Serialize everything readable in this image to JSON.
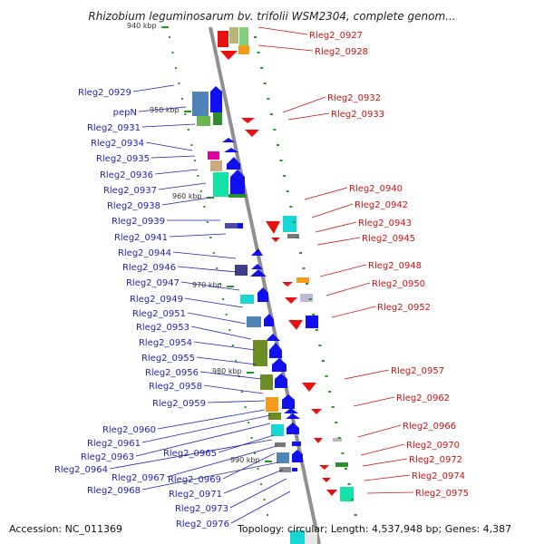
{
  "header": {
    "title": "Rhizobium leguminosarum bv. trifolii WSM2304, complete genom..."
  },
  "footer": {
    "accession": "Accession: NC_011369",
    "topology": "Topology: circular; Length: 4,537,948 bp; Genes: 4,387"
  },
  "colors": {
    "forward": "#0a0ae8",
    "reverse": "#e81010",
    "backbone": "#8a8a8a",
    "tick": "#1d9b1d"
  },
  "kbp_ticks": [
    "940 kbp",
    "950 kbp",
    "960 kbp",
    "970 kbp",
    "980 kbp",
    "990 kbp"
  ],
  "left_labels": [
    "Rleg2_0929",
    "pepN",
    "Rleg2_0931",
    "Rleg2_0934",
    "Rleg2_0935",
    "Rleg2_0936",
    "Rleg2_0937",
    "Rleg2_0938",
    "Rleg2_0939",
    "Rleg2_0941",
    "Rleg2_0944",
    "Rleg2_0946",
    "Rleg2_0947",
    "Rleg2_0949",
    "Rleg2_0951",
    "Rleg2_0953",
    "Rleg2_0954",
    "Rleg2_0955",
    "Rleg2_0956",
    "Rleg2_0958",
    "Rleg2_0959",
    "Rleg2_0960",
    "Rleg2_0961",
    "Rleg2_0963",
    "Rleg2_0965",
    "Rleg2_0964",
    "Rleg2_0967",
    "Rleg2_0969",
    "Rleg2_0968",
    "Rleg2_0971",
    "Rleg2_0973",
    "Rleg2_0976"
  ],
  "right_labels": [
    "Rleg2_0927",
    "Rleg2_0928",
    "Rleg2_0932",
    "Rleg2_0933",
    "Rleg2_0940",
    "Rleg2_0942",
    "Rleg2_0943",
    "Rleg2_0945",
    "Rleg2_0948",
    "Rleg2_0950",
    "Rleg2_0952",
    "Rleg2_0957",
    "Rleg2_0962",
    "Rleg2_0966",
    "Rleg2_0970",
    "Rleg2_0972",
    "Rleg2_0974",
    "Rleg2_0975"
  ]
}
